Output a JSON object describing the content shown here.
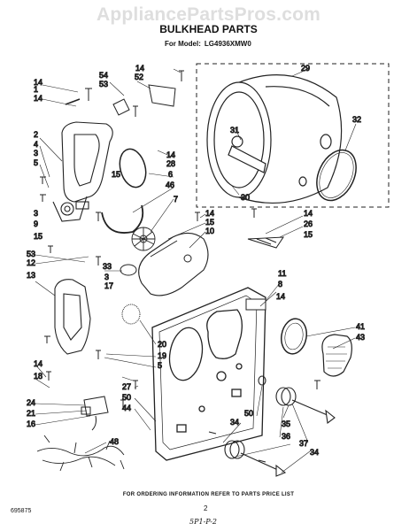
{
  "watermark": "AppliancePartsPros.com",
  "title": "BULKHEAD PARTS",
  "model_prefix": "For Model:",
  "model_number": "LG4936XMW0",
  "callouts": [
    "14",
    "1",
    "14",
    "54",
    "53",
    "52",
    "14",
    "29",
    "2",
    "4",
    "3",
    "5",
    "14",
    "28",
    "6",
    "31",
    "32",
    "15",
    "46",
    "30",
    "3",
    "9",
    "7",
    "14",
    "14",
    "15",
    "15",
    "10",
    "26",
    "15",
    "53",
    "12",
    "33",
    "3",
    "17",
    "11",
    "13",
    "8",
    "14",
    "41",
    "43",
    "20",
    "19",
    "5",
    "14",
    "18",
    "24",
    "21",
    "16",
    "27",
    "50",
    "44",
    "50",
    "34",
    "35",
    "36",
    "37",
    "34",
    "48"
  ],
  "footer_text": "FOR ORDERING INFORMATION REFER TO PARTS PRICE LIST",
  "page_number": "2",
  "document_number": "695875",
  "handwritten_note": "5P1-P-2"
}
